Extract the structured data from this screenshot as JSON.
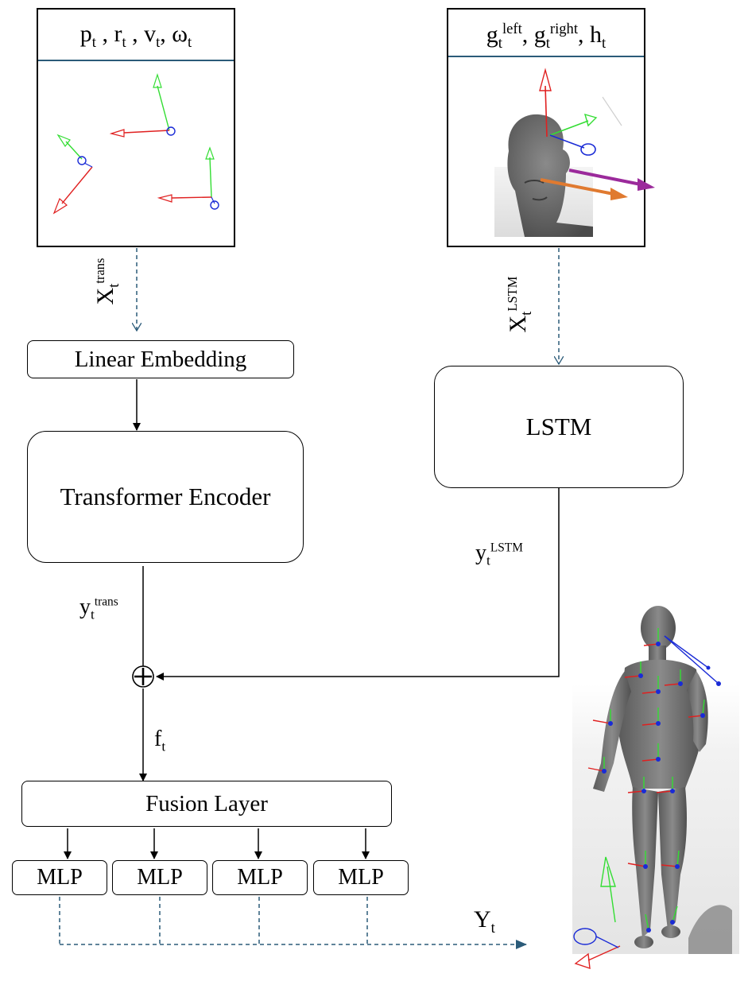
{
  "panels": {
    "motion": {
      "title_parts": [
        "p",
        "t",
        " , r",
        "t",
        " , v",
        "t",
        ", ω",
        "t"
      ]
    },
    "gaze": {
      "title_parts": [
        "g",
        "t",
        "left",
        ", g",
        "t",
        "right",
        ", h",
        "t"
      ]
    }
  },
  "inputs": {
    "trans": {
      "base": "X",
      "sub": "t",
      "sup": "trans"
    },
    "lstm": {
      "base": "X",
      "sub": "t",
      "sup": "LSTM"
    }
  },
  "blocks": {
    "linear_embedding": "Linear Embedding",
    "transformer_encoder": "Transformer Encoder",
    "lstm": "LSTM",
    "fusion_layer": "Fusion Layer",
    "mlps": [
      "MLP",
      "MLP",
      "MLP",
      "MLP"
    ]
  },
  "signals": {
    "y_trans": {
      "base": "y",
      "sub": "t",
      "sup": "trans"
    },
    "y_lstm": {
      "base": "y",
      "sub": "t",
      "sup": "LSTM"
    },
    "f": {
      "base": "f",
      "sub": "t"
    },
    "Y": {
      "base": "Y",
      "sub": "t"
    },
    "sum_symbol": "+"
  },
  "colors": {
    "dashed_arrow": "#2b5b79",
    "axis_x": "#e02020",
    "axis_y": "#33dd33",
    "axis_z": "#1a2bd6",
    "gaze_left": "#e07a30",
    "gaze_right": "#9b2a9b",
    "mesh_gray": "#6a6a6a"
  }
}
